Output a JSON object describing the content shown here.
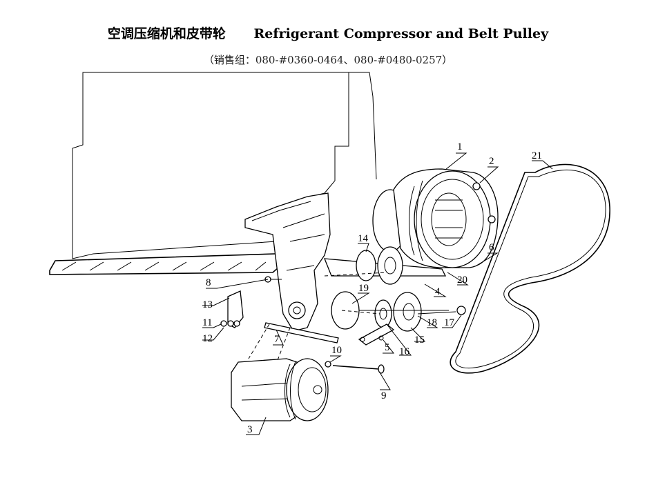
{
  "title": {
    "zh": "空调压缩机和皮带轮",
    "en": "Refrigerant Compressor and Belt Pulley"
  },
  "subtitle": "（销售组：080-#0360-0464、080-#0480-0257）",
  "callouts": [
    "1",
    "2",
    "3",
    "4",
    "5",
    "6",
    "7",
    "8",
    "9",
    "10",
    "11",
    "12",
    "13",
    "14",
    "15",
    "16",
    "17",
    "18",
    "19",
    "20",
    "21"
  ]
}
